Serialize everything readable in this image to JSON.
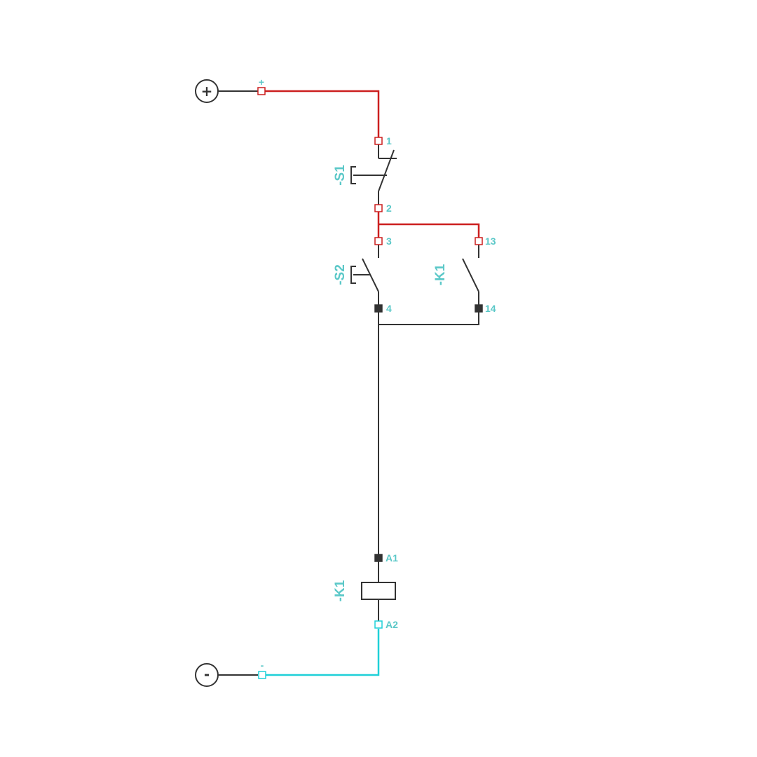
{
  "colors": {
    "positive": "#cc1f1f",
    "negative": "#1fd0d8",
    "neutral": "#333333",
    "label": "#5bc8c8"
  },
  "sources": {
    "positive": {
      "symbol": "+",
      "terminal_label": "+"
    },
    "negative": {
      "symbol": "-",
      "terminal_label": "-"
    }
  },
  "components": {
    "s1": {
      "designation": "-S1",
      "terminal_in": "1",
      "terminal_out": "2"
    },
    "s2": {
      "designation": "-S2",
      "terminal_in": "3",
      "terminal_out": "4"
    },
    "k1_contact": {
      "designation": "-K1",
      "terminal_in": "13",
      "terminal_out": "14"
    },
    "k1_coil": {
      "designation": "-K1",
      "terminal_in": "A1",
      "terminal_out": "A2"
    }
  }
}
